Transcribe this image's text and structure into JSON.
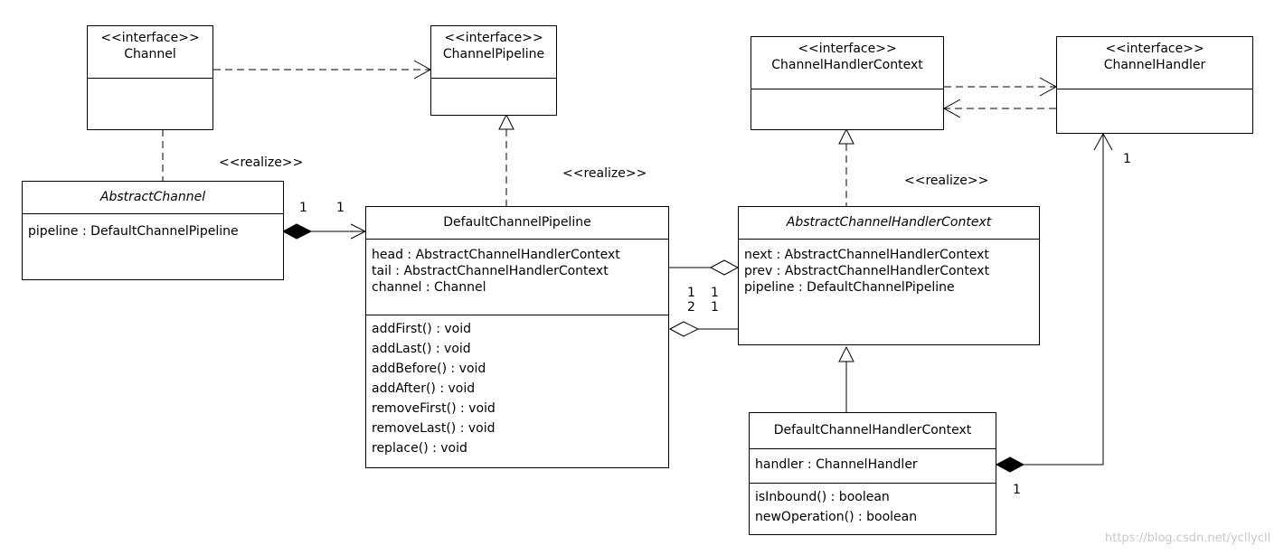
{
  "classes": {
    "channel": {
      "stereotype": "<<interface>>",
      "name": "Channel"
    },
    "channel_pipeline": {
      "stereotype": "<<interface>>",
      "name": "ChannelPipeline"
    },
    "channel_handler_context": {
      "stereotype": "<<interface>>",
      "name": "ChannelHandlerContext"
    },
    "channel_handler": {
      "stereotype": "<<interface>>",
      "name": "ChannelHandler"
    },
    "abstract_channel": {
      "name": "AbstractChannel",
      "attributes": [
        "pipeline : DefaultChannelPipeline"
      ]
    },
    "default_channel_pipeline": {
      "name": "DefaultChannelPipeline",
      "attributes": [
        "head : AbstractChannelHandlerContext",
        "tail : AbstractChannelHandlerContext",
        "channel : Channel"
      ],
      "methods": [
        "addFirst() : void",
        "addLast() : void",
        "addBefore() : void",
        "addAfter() : void",
        "removeFirst() : void",
        "removeLast() : void",
        "replace() : void"
      ]
    },
    "abstract_channel_handler_context": {
      "name": "AbstractChannelHandlerContext",
      "attributes": [
        "next : AbstractChannelHandlerContext",
        "prev : AbstractChannelHandlerContext",
        "pipeline : DefaultChannelPipeline"
      ]
    },
    "default_channel_handler_context": {
      "name": "DefaultChannelHandlerContext",
      "attributes": [
        "handler : ChannelHandler"
      ],
      "methods": [
        "isInbound() : boolean",
        "newOperation() : boolean"
      ]
    }
  },
  "labels": {
    "realize_1": "<<realize>>",
    "realize_2": "<<realize>>",
    "realize_3": "<<realize>>"
  },
  "multiplicities": {
    "m1": "1",
    "m2": "1",
    "m3": "1",
    "m4": "2",
    "m5": "1",
    "m6": "1",
    "m7": "1",
    "m8": "1"
  },
  "watermark": "https://blog.csdn.net/ycllycll"
}
